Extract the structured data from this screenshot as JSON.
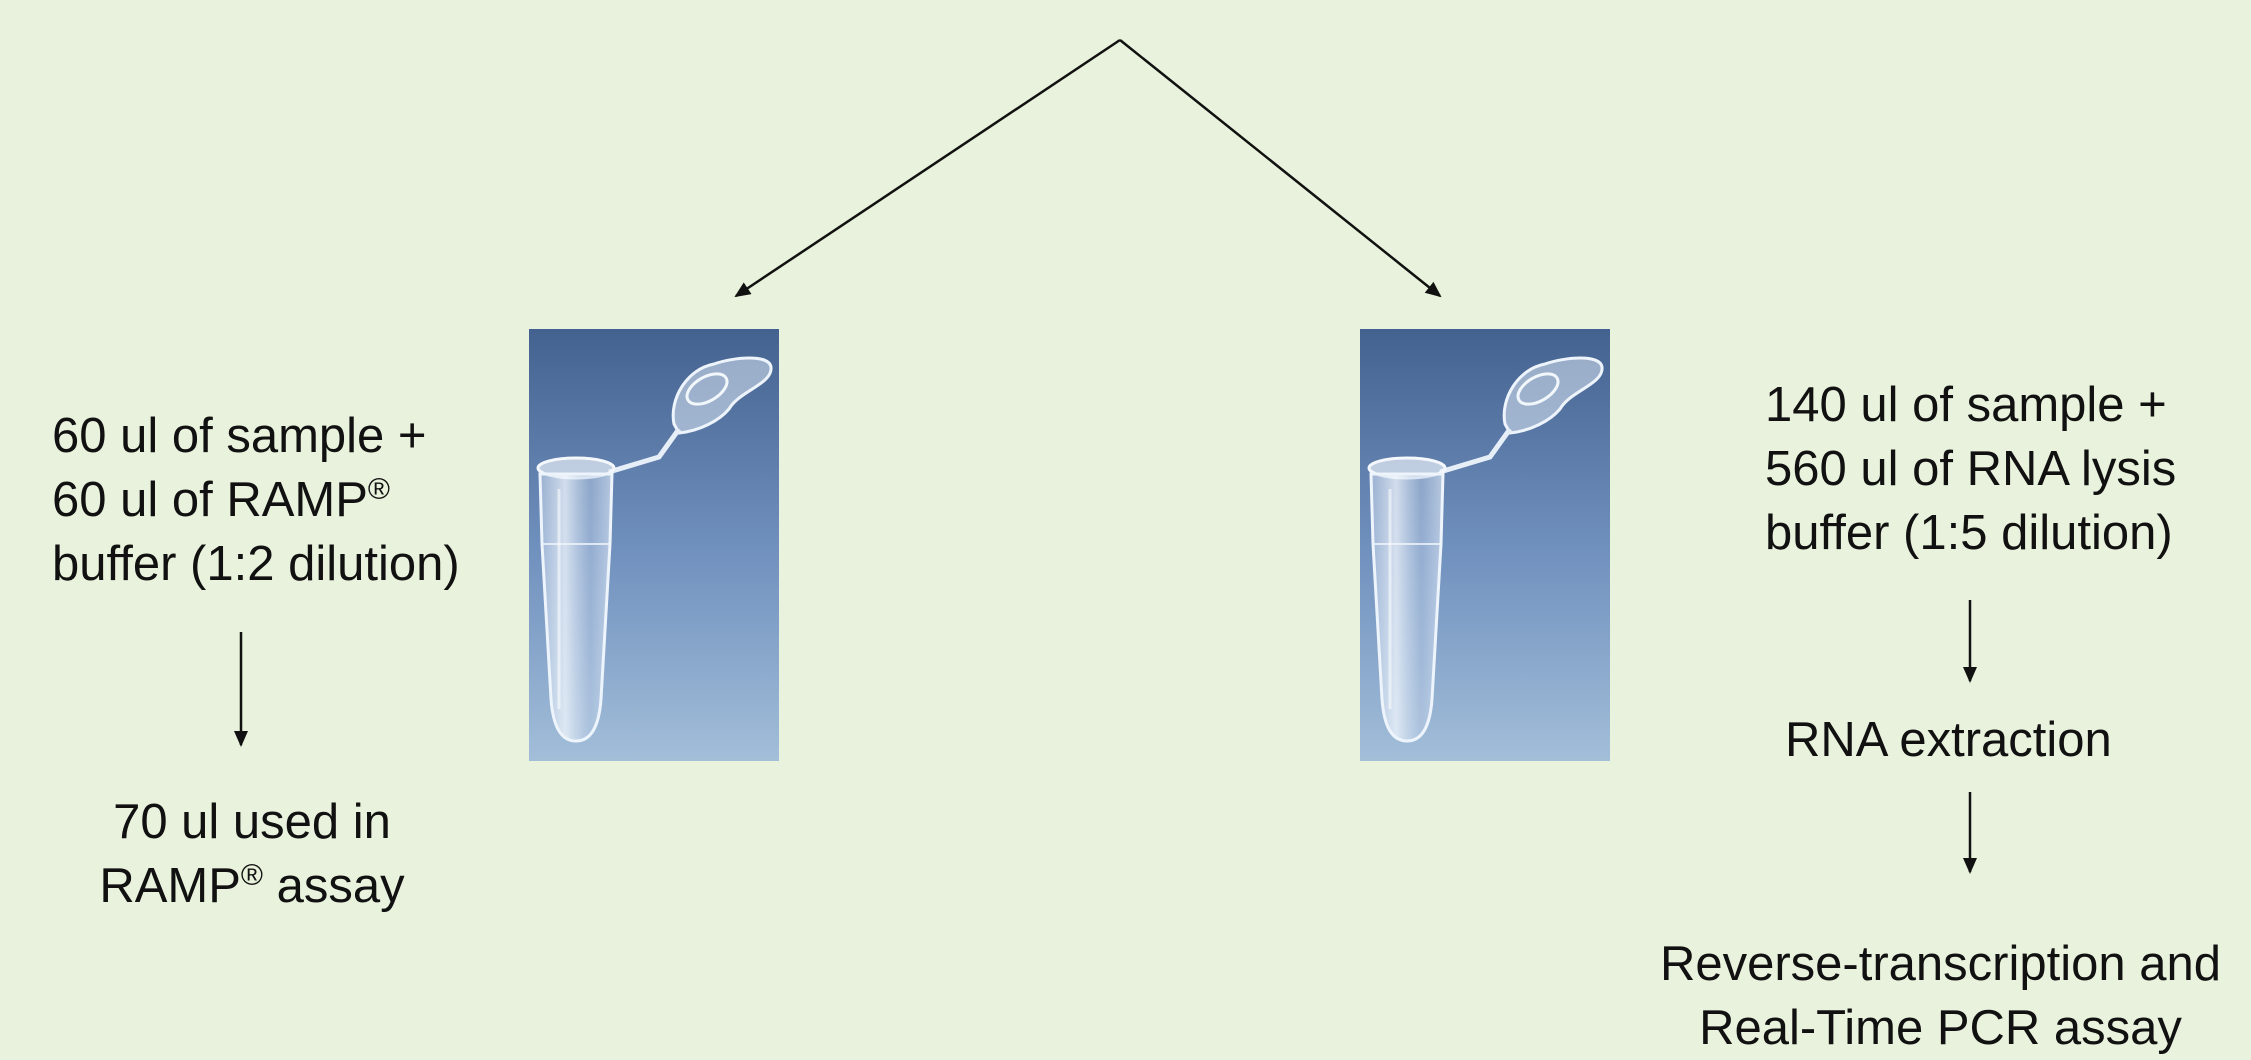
{
  "left_branch": {
    "sample_prep": {
      "line1": "60 ul of sample +",
      "line2_prefix": "60 ul of RAMP",
      "line2_mark": "®",
      "line3": "buffer (1:2 dilution)"
    },
    "result": {
      "line1": "70 ul used in",
      "line2_prefix": "RAMP",
      "line2_mark": "®",
      "line2_suffix": " assay"
    }
  },
  "right_branch": {
    "sample_prep": {
      "line1": "140 ul of sample +",
      "line2": "560 ul of RNA lysis",
      "line3": "buffer (1:5 dilution)"
    },
    "step2": "RNA extraction",
    "step3": {
      "line1": "Reverse-transcription and",
      "line2": "Real-Time PCR assay"
    }
  },
  "colors": {
    "background": "#e8f2dc",
    "arrow": "#111111",
    "photo_top": "#4a6a9c",
    "photo_bottom": "#9cbad6"
  },
  "icons": [
    "microcentrifuge-tube-photo",
    "microcentrifuge-tube-photo"
  ]
}
